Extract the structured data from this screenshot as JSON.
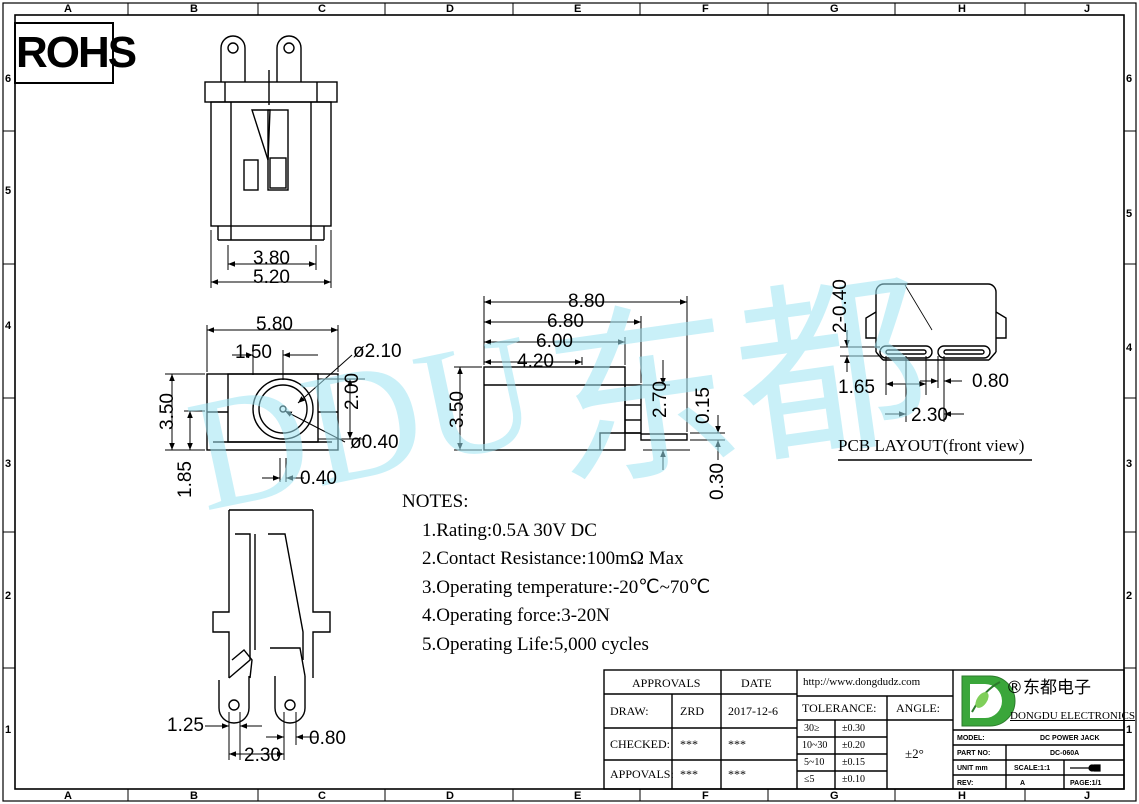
{
  "rohs": "ROHS",
  "border": {
    "columns": [
      "A",
      "B",
      "C",
      "D",
      "E",
      "F",
      "G",
      "H",
      "J"
    ],
    "rows": [
      "6",
      "5",
      "4",
      "3",
      "2",
      "1"
    ]
  },
  "top_view": {
    "dims": [
      "3.80",
      "5.20"
    ]
  },
  "front_view": {
    "dims": [
      "5.80",
      "1.50",
      "ø2.10",
      "2.00",
      "ø0.40",
      "3.50",
      "1.85",
      "0.40"
    ]
  },
  "side_view": {
    "dims": [
      "8.80",
      "6.80",
      "6.00",
      "4.20",
      "3.50",
      "2.70",
      "0.15",
      "0.30"
    ]
  },
  "bottom_view": {
    "dims": [
      "1.25",
      "0.80",
      "2.30"
    ]
  },
  "pcb_layout": {
    "dims": [
      "2-0.40",
      "1.65",
      "0.80",
      "2.30"
    ],
    "caption": "PCB LAYOUT(front view)"
  },
  "notes": {
    "title": "NOTES:",
    "items": [
      "1.Rating:0.5A 30V DC",
      "2.Contact Resistance:100mΩ Max",
      "3.Operating temperature:-20℃~70℃",
      "4.Operating force:3-20N",
      "5.Operating Life:5,000 cycles"
    ]
  },
  "watermark": {
    "latin": "DDU",
    "cjk": "东都"
  },
  "title_block": {
    "approvals_header": "APPROVALS",
    "date_header": "DATE",
    "website": "http://www.dongdudz.com",
    "tolerance_header": "TOLERANCE:",
    "angle_header": "ANGLE:",
    "angle_value": "±2°",
    "rows": [
      {
        "label": "DRAW:",
        "name": "ZRD",
        "date": "2017-12-6"
      },
      {
        "label": "CHECKED:",
        "name": "***",
        "date": "***"
      },
      {
        "label": "APPOVALS:",
        "name": "***",
        "date": "***"
      }
    ],
    "tolerances": [
      {
        "range": "30≥",
        "value": "±0.30"
      },
      {
        "range": "10~30",
        "value": "±0.20"
      },
      {
        "range": "5~10",
        "value": "±0.15"
      },
      {
        "range": "≤5",
        "value": "±0.10"
      }
    ],
    "company_cn": "®东都电子",
    "company_en": "DONGDU ELECTRONICS",
    "model_label": "MODEL:",
    "model_value": "DC POWER JACK",
    "part_label": "PART NO:",
    "part_value": "DC-060A",
    "unit_label": "UNIT mm",
    "scale_label": "SCALE:1:1",
    "rev_label": "REV:",
    "rev_value": "A",
    "page_label": "PAGE:1/1"
  }
}
